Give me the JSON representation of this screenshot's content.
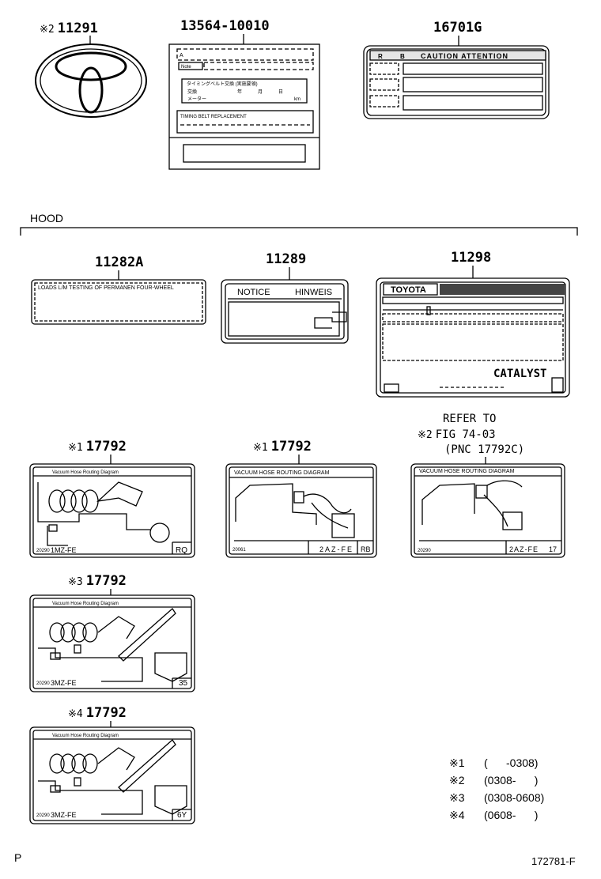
{
  "parts": {
    "emblem": {
      "mark": "※2",
      "number": "11291"
    },
    "timing_label": {
      "number": "13564-10010",
      "row1": "A",
      "row2": "Note",
      "jp_line1": "タイミングベルト交換 (実施要領)",
      "jp_col1": "交換",
      "jp_col2": "年",
      "jp_col3": "月",
      "jp_col4": "日",
      "jp_row2": "メーター",
      "jp_unit": "km",
      "replacement": "TIMING BELT REPLACEMENT"
    },
    "caution_label": {
      "number": "16701G",
      "header": "CAUTION ATTENTION",
      "hdr1": "R",
      "hdr2": "B"
    },
    "hood": {
      "title": "HOOD"
    },
    "label_11282a": {
      "number": "11282A",
      "text": "LOADS   L/M   TESTING   OF   PERMANEN   FOUR-WHEEL"
    },
    "label_11289": {
      "number": "11289",
      "notice": "NOTICE",
      "hinweis": "HINWEIS"
    },
    "label_11298": {
      "number": "11298",
      "brand": "TOYOTA",
      "catalyst": "CATALYST"
    },
    "vac_1mz": {
      "mark": "※1",
      "number": "17792",
      "title": "Vacuum Hose Routing Diagram",
      "code": "20290",
      "engine": "1MZ-FE",
      "suffix": "RQ"
    },
    "vac_2az": {
      "mark": "※1",
      "number": "17792",
      "title": "VACUUM HOSE ROUTING DIAGRAM",
      "code": "20061",
      "engine": "2AZ-FE",
      "suffix": "RB"
    },
    "vac_2az_b": {
      "refer_line1": "REFER TO",
      "mark": "※2",
      "refer_line2": "FIG 74-03",
      "refer_line3": "(PNC 17792C)",
      "title": "VACUUM HOSE ROUTING DIAGRAM",
      "code": "20290",
      "engine": "2AZ-FE",
      "suffix": "17"
    },
    "vac_3mz_a": {
      "mark": "※3",
      "number": "17792",
      "title": "Vacuum Hose Routing Diagram",
      "code": "20290",
      "engine": "3MZ-FE",
      "suffix": "35"
    },
    "vac_3mz_b": {
      "mark": "※4",
      "number": "17792",
      "title": "Vacuum Hose Routing Diagram",
      "code": "20290",
      "engine": "3MZ-FE",
      "suffix": "6Y"
    }
  },
  "legend": [
    {
      "mark": "※1",
      "range": "(      -0308)"
    },
    {
      "mark": "※2",
      "range": "(0308-      )"
    },
    {
      "mark": "※3",
      "range": "(0308-0608)"
    },
    {
      "mark": "※4",
      "range": "(0608-      )"
    }
  ],
  "footer": {
    "left": "P",
    "right": "172781-F"
  }
}
